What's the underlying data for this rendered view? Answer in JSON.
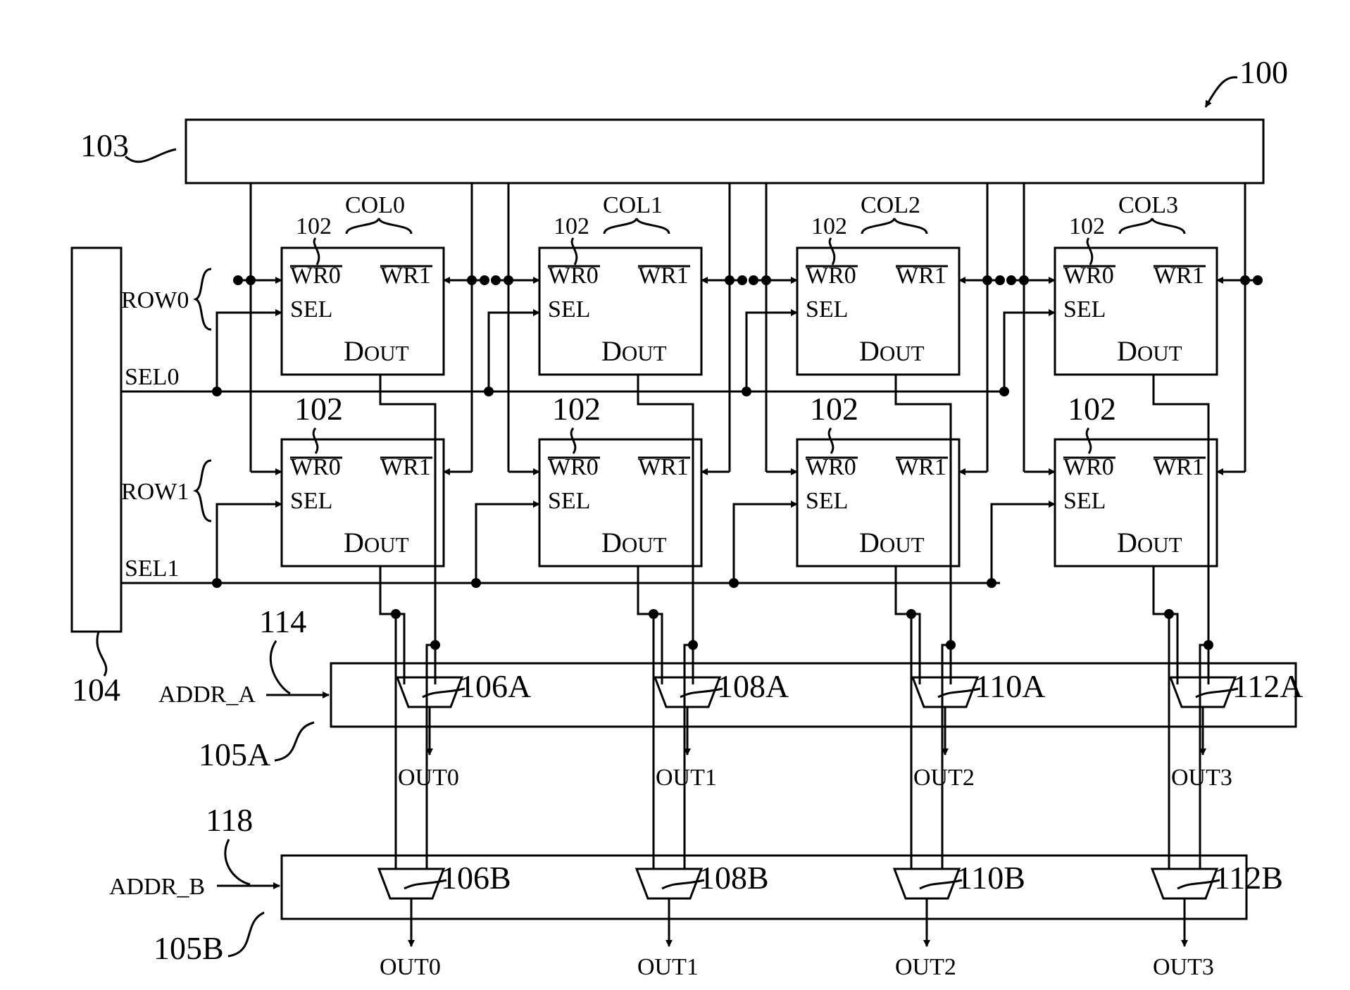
{
  "figure": {
    "ref_main": "100",
    "ref_write_block": "103",
    "ref_row_decoder": "104",
    "ref_cell": "102",
    "ref_addr_a": "114",
    "ref_addr_b": "118"
  },
  "columns": [
    "COL0",
    "COL1",
    "COL2",
    "COL3"
  ],
  "rows": [
    "ROW0",
    "ROW1"
  ],
  "select_lines": [
    "SEL0",
    "SEL1"
  ],
  "cell_pins": {
    "wr0": "WR0",
    "wr1": "WR1",
    "sel": "SEL",
    "dout_main": "D",
    "dout_sub": "OUT"
  },
  "port_a": {
    "block": "105A",
    "addr_label": "ADDR_A",
    "muxes": [
      "106A",
      "108A",
      "110A",
      "112A"
    ],
    "outputs": [
      "OUT0",
      "OUT1",
      "OUT2",
      "OUT3"
    ]
  },
  "port_b": {
    "block": "105B",
    "addr_label": "ADDR_B",
    "muxes": [
      "106B",
      "108B",
      "110B",
      "112B"
    ],
    "outputs": [
      "OUT0",
      "OUT1",
      "OUT2",
      "OUT3"
    ]
  }
}
